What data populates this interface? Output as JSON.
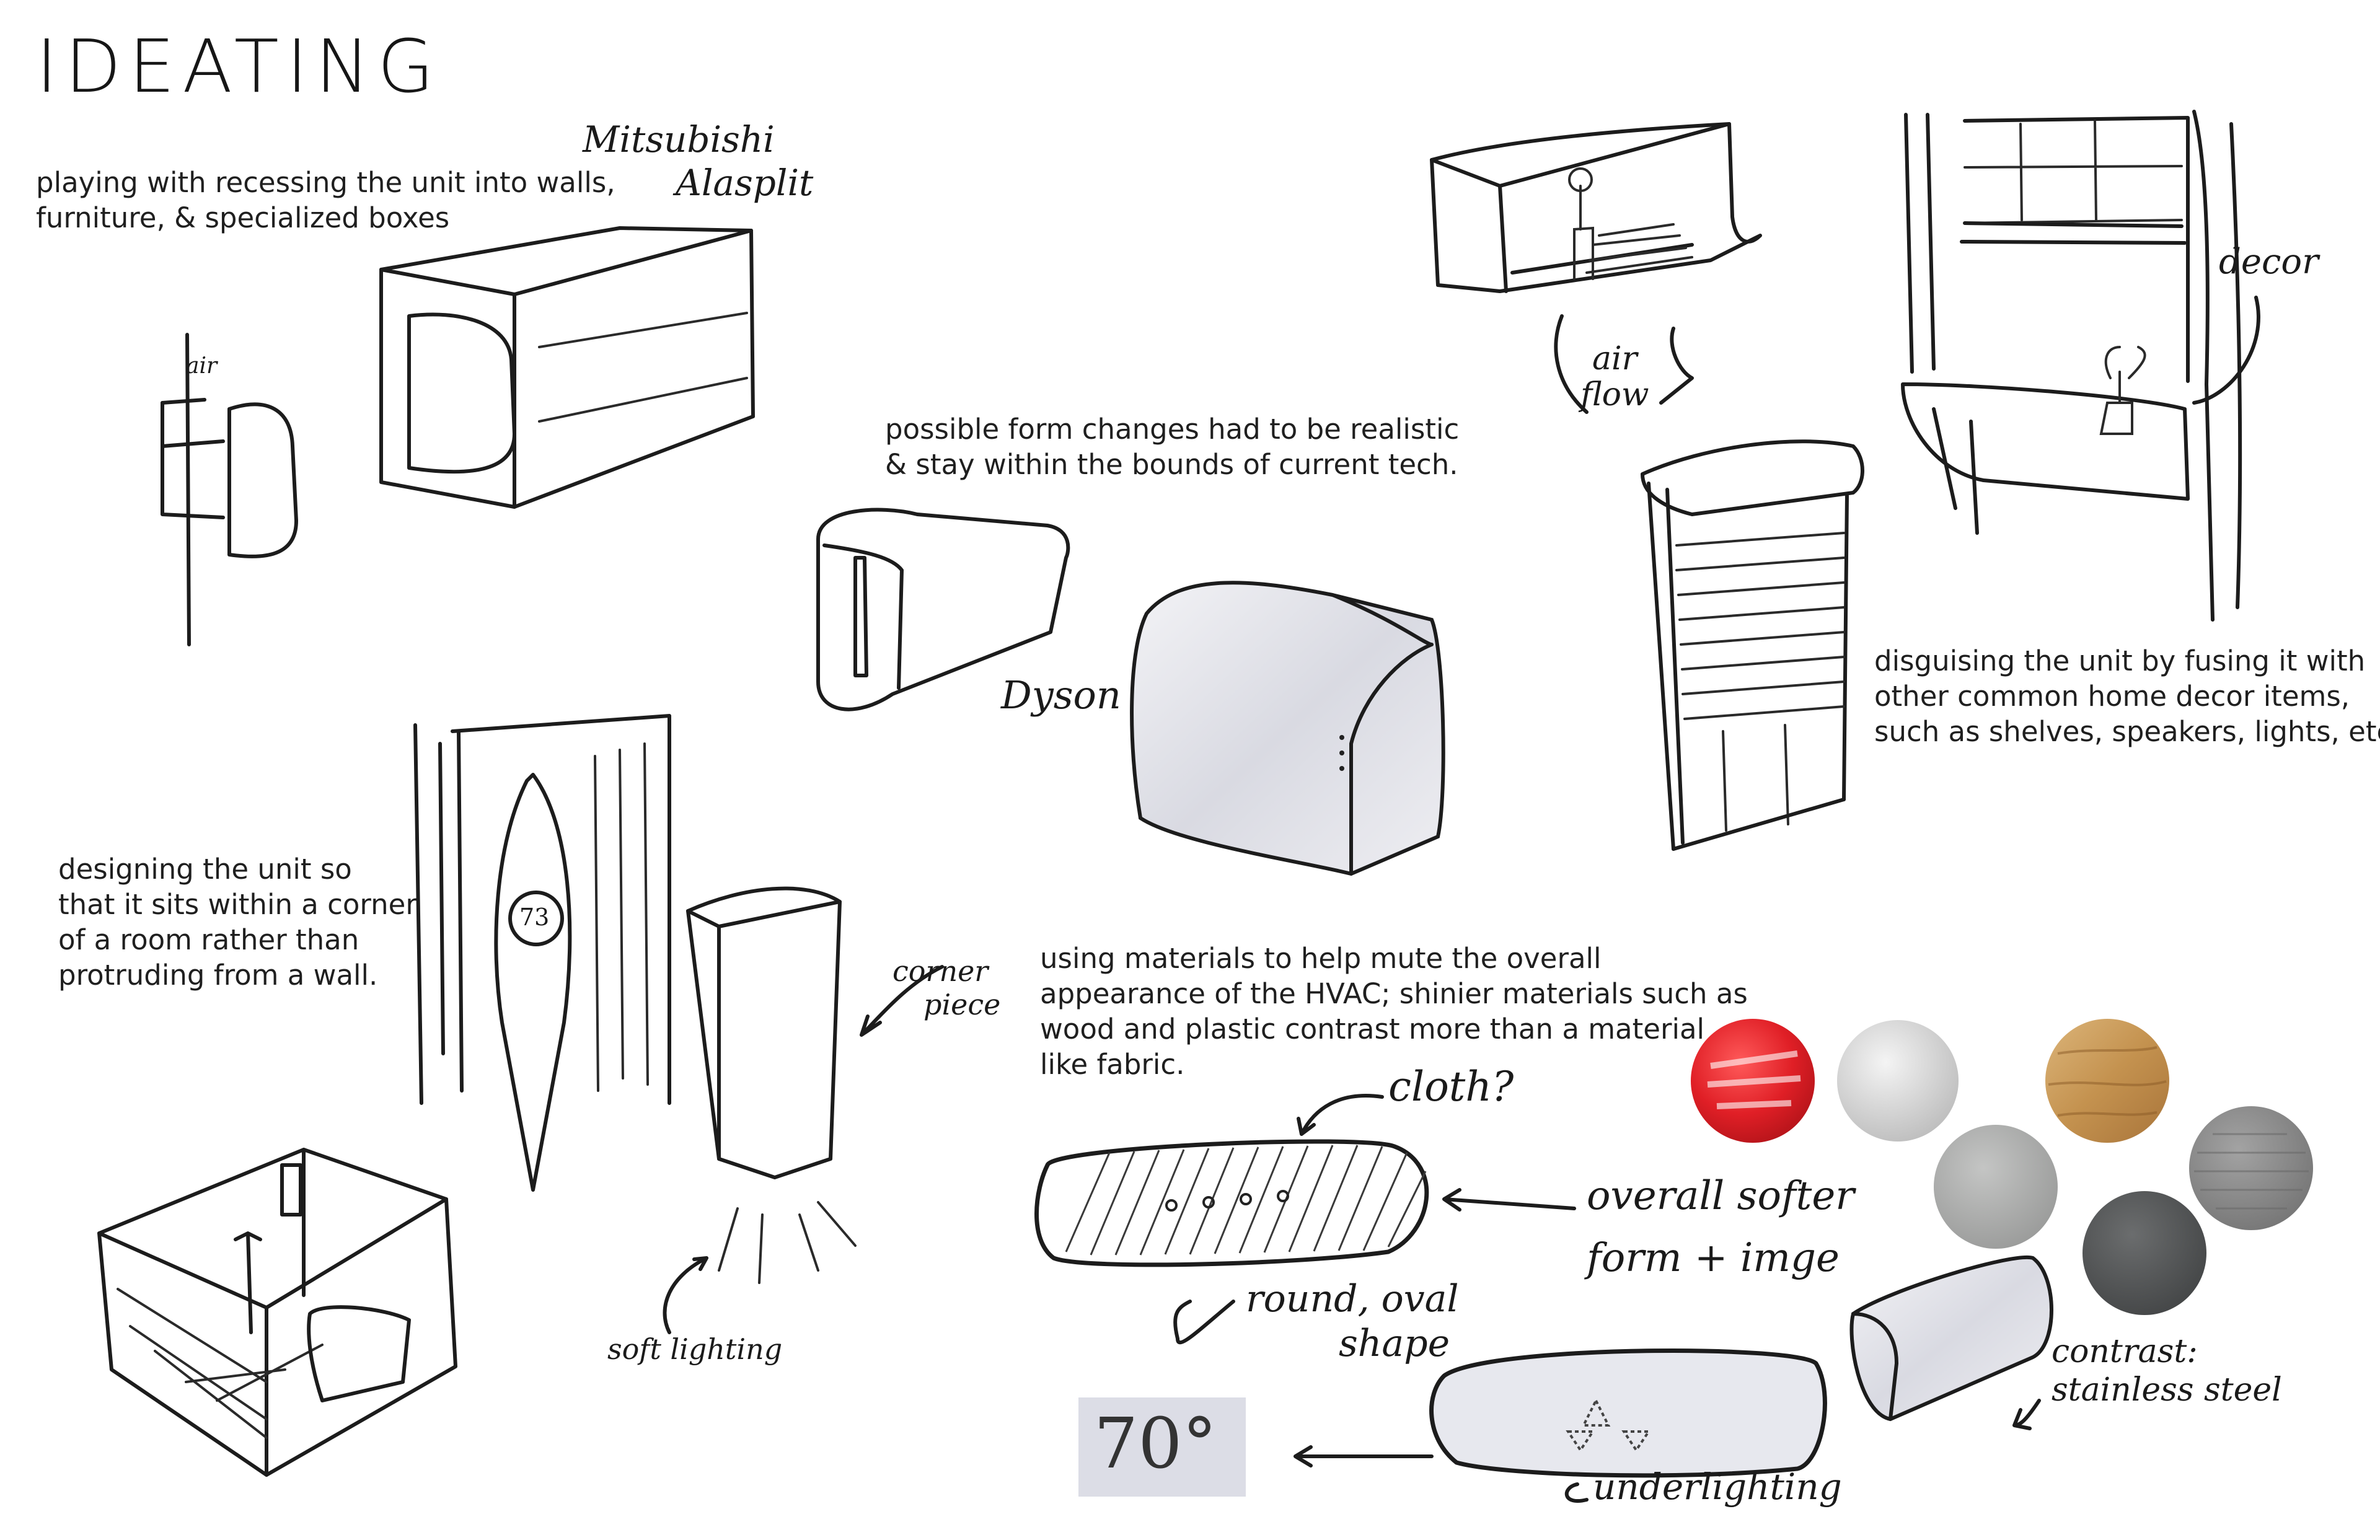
{
  "title": "IDEATING",
  "captions": {
    "recess": [
      "playing with recessing the unit into walls,",
      "furniture, & specialized boxes"
    ],
    "form": [
      "possible form changes had to be realistic",
      "& stay within the bounds of current tech."
    ],
    "disguise": [
      "disguising the unit by fusing it with",
      "other common home decor items,",
      "such as shelves, speakers, lights, etc."
    ],
    "corner": [
      "designing the unit so",
      "that it sits within a corner",
      "of a room rather than",
      "protruding from a wall."
    ],
    "materials": [
      "using materials to help mute the overall",
      "appearance of the HVAC; shinier materials such as",
      "wood and plastic contrast more than a material",
      "like fabric."
    ]
  },
  "handwritten": {
    "mitsubishi": [
      "Mitsubishi",
      "Alasplit"
    ],
    "air_small": "air",
    "air_flow": [
      "air",
      "flow"
    ],
    "decor": "decor",
    "dyson": "Dyson",
    "corner_piece": [
      "corner",
      "piece"
    ],
    "soft_lighting": "soft lighting",
    "cloth": "cloth?",
    "overall_softer": [
      "overall softer",
      "form + imge"
    ],
    "round_oval": [
      "round, oval",
      "shape"
    ],
    "contrast": [
      "contrast:",
      "stainless steel"
    ],
    "underlighting": "underlighting",
    "display_temp": "70°",
    "thermostat_reading": "73"
  },
  "swatch_colors": {
    "red_plastic": "#e01f26",
    "brushed_aluminum": "#d9d9d9",
    "light_wood": "#c99a5a",
    "gray_matte": "#a9aaa9",
    "gray_wood": "#8d8d8d",
    "dark_fabric": "#555758"
  }
}
